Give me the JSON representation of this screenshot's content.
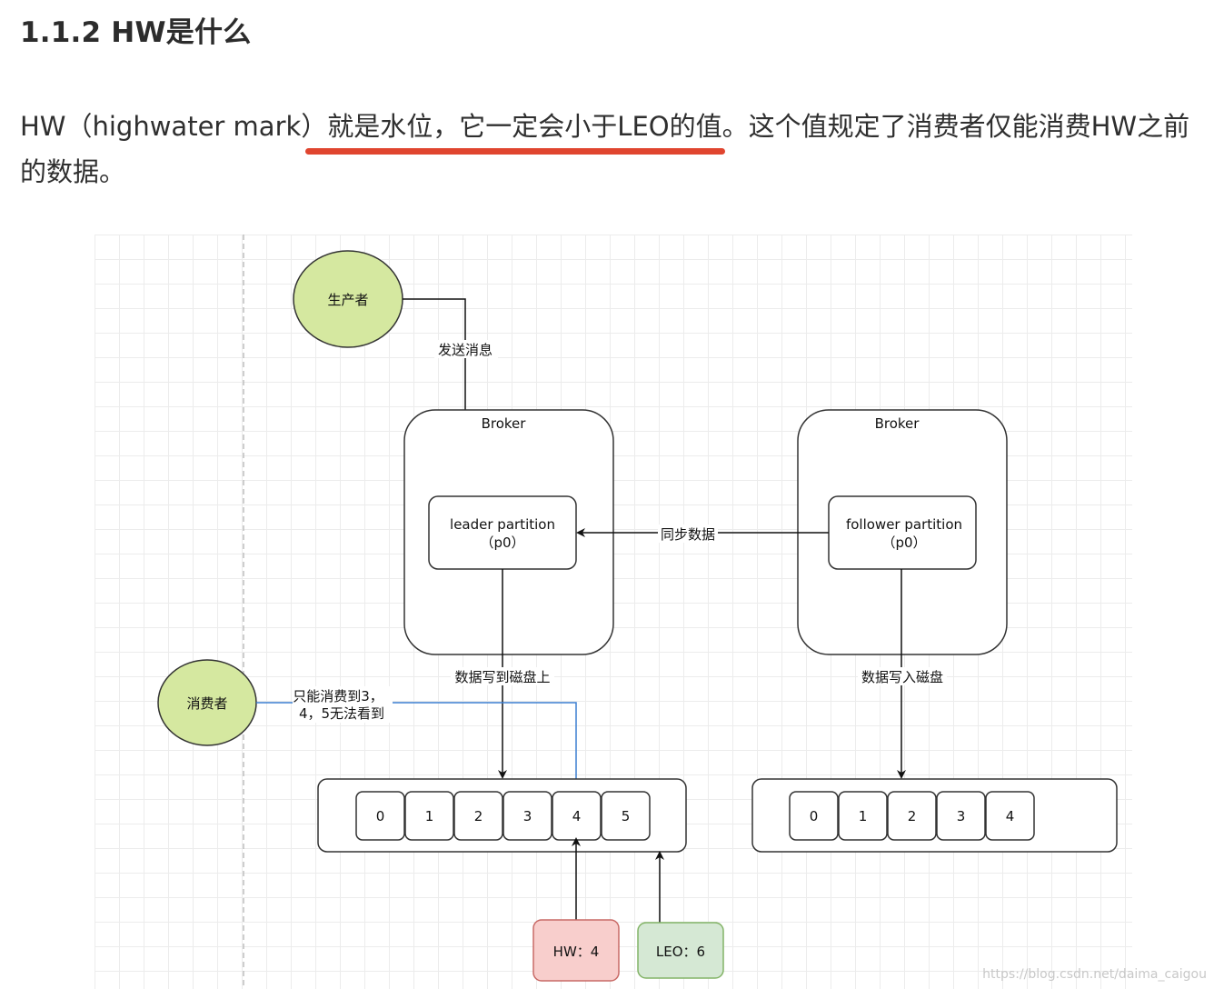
{
  "section": {
    "title": "1.1.2 HW是什么"
  },
  "paragraph": {
    "text": "HW（highwater mark）就是水位，它一定会小于LEO的值。这个值规定了消费者仅能消费HW之前的数据。",
    "line1": "HW（highwater mark）就是水位，它一定会小于LEO的值。这个值规定了消费者仅能消费HW之前",
    "line2": "的数据。"
  },
  "diagram": {
    "producer": "生产者",
    "send_label": "发送消息",
    "broker_left": "Broker",
    "broker_right": "Broker",
    "leader_line1": "leader partition",
    "leader_line2": "（p0）",
    "follower_line1": "follower partition",
    "follower_line2": "（p0）",
    "sync_label": "同步数据",
    "write_leader": "数据写到磁盘上",
    "write_follower": "数据写入磁盘",
    "consumer": "消费者",
    "consume_line1": "只能消费到3，",
    "consume_line2": "4，5无法看到",
    "leader_cells": [
      "0",
      "1",
      "2",
      "3",
      "4",
      "5"
    ],
    "follower_cells": [
      "0",
      "1",
      "2",
      "3",
      "4"
    ],
    "hw_label": "HW：4",
    "leo_label": "LEO：6",
    "watermark": "https://blog.csdn.net/daima_caigou"
  },
  "colors": {
    "underline": "#e0452f",
    "circle_fill": "#d5e8a0",
    "hw_fill": "#f8cecc",
    "leo_fill": "#d5e8d4",
    "consume_arrow": "#3b7ed0"
  }
}
